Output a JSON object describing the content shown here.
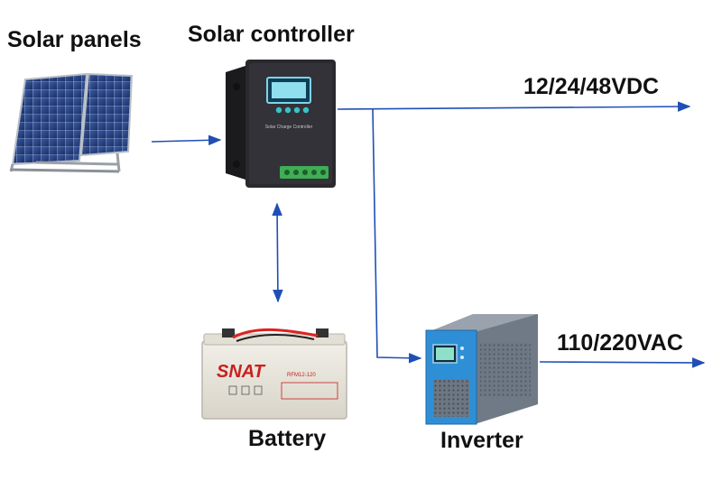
{
  "labels": {
    "solar_panels": "Solar panels",
    "solar_controller": "Solar controller",
    "dc_output": "12/24/48VDC",
    "ac_output": "110/220VAC",
    "battery": "Battery",
    "inverter": "Inverter"
  },
  "device_text": {
    "controller_caption": "Solar Charge Controller",
    "battery_brand": "SNAT",
    "battery_model": "RFM12-120"
  },
  "colors": {
    "arrow": "#1f4fb5",
    "controller_body": "#2a2a2e",
    "inverter_front": "#2f8fd6",
    "inverter_body": "#7b8794",
    "battery_body": "#e6e3da",
    "battery_brand": "#c8201e"
  }
}
